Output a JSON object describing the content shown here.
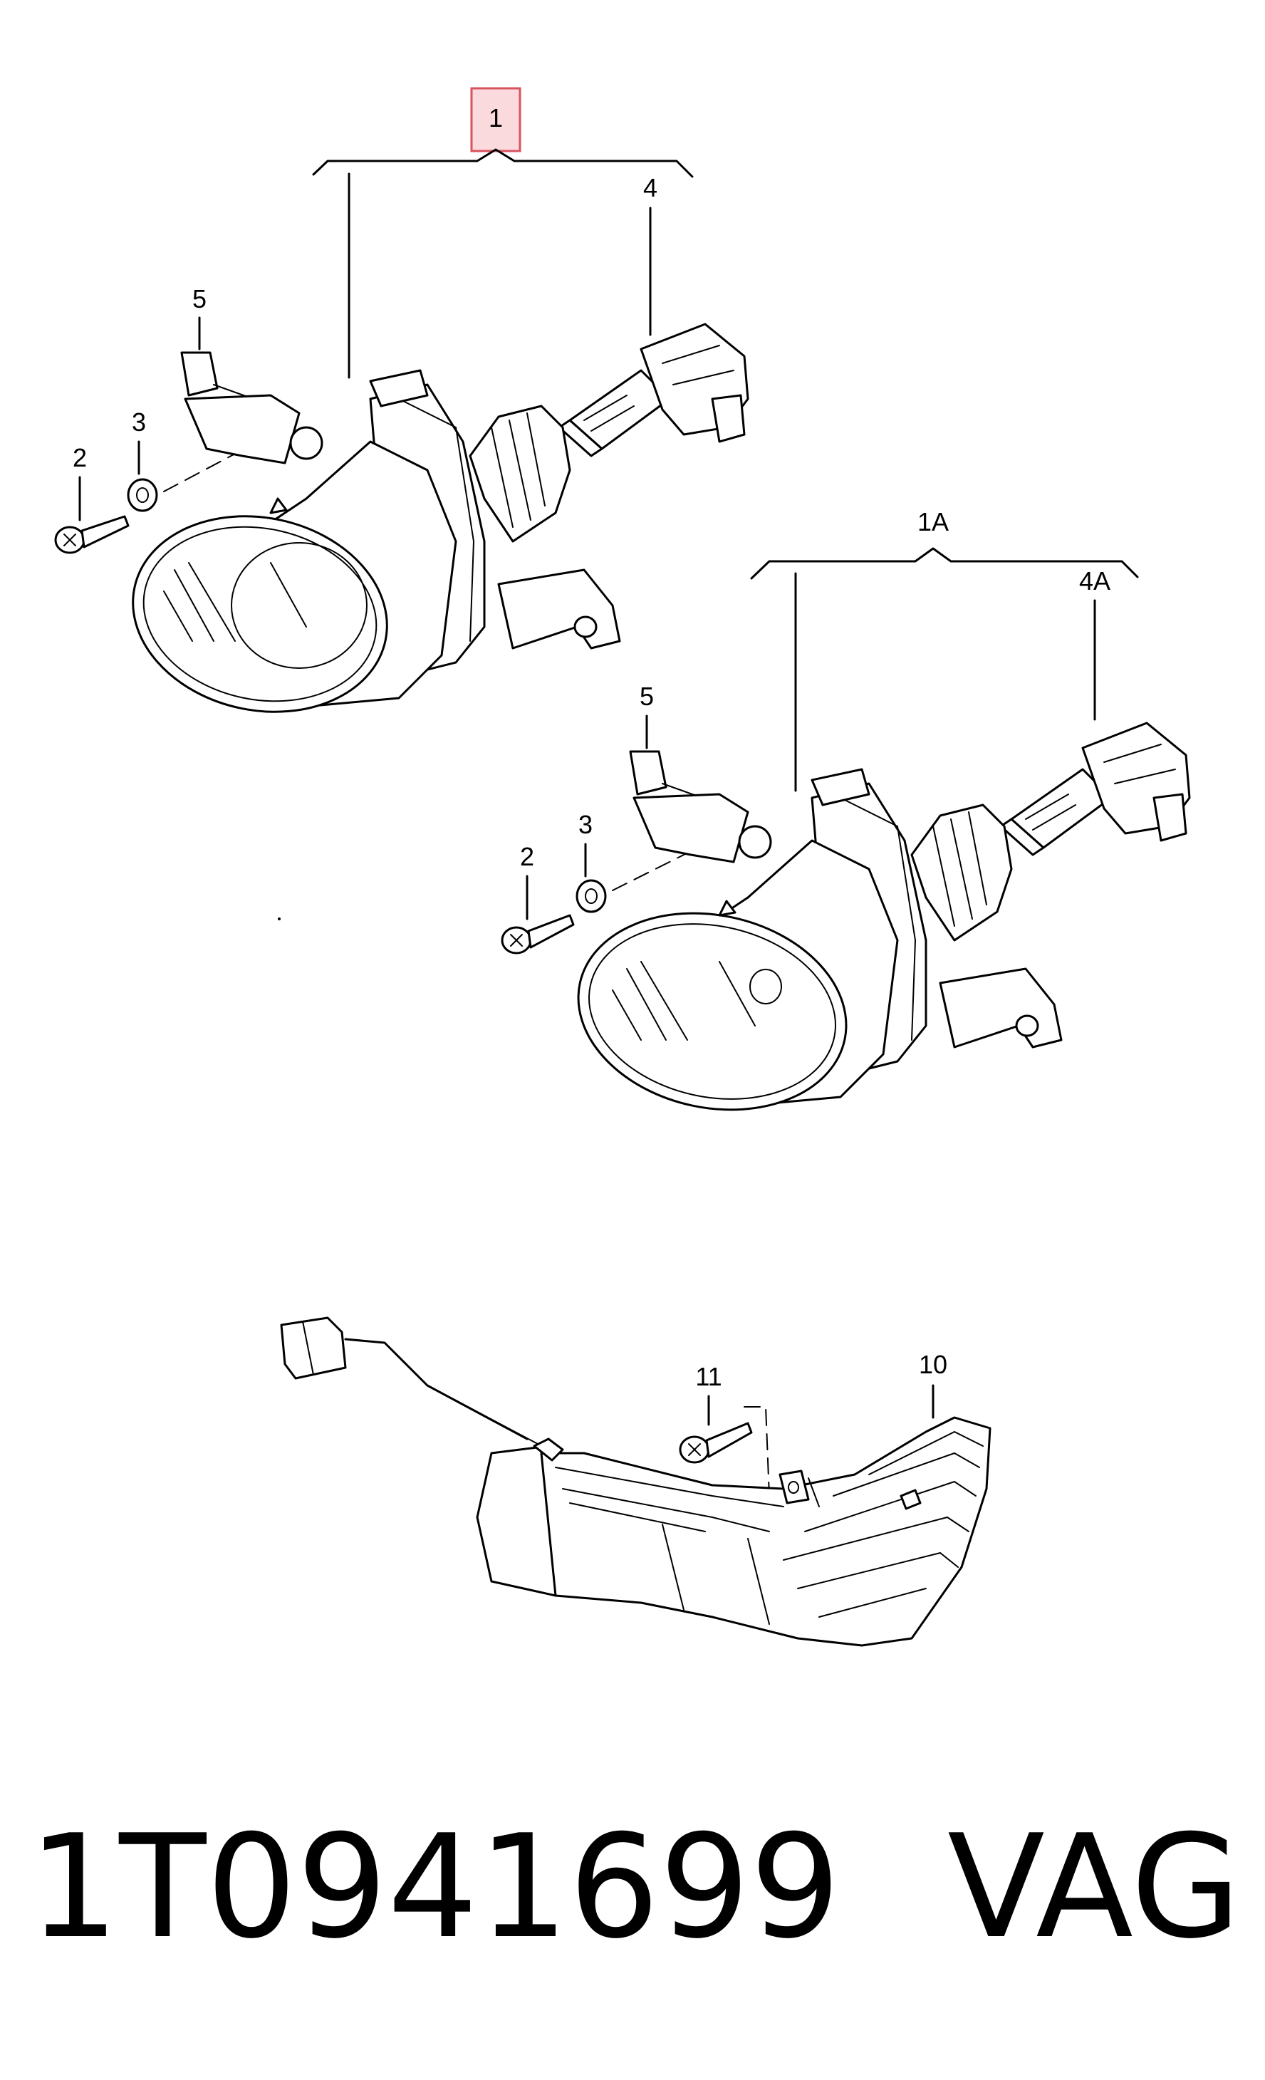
{
  "callouts": {
    "c1": "1",
    "c1A": "1A",
    "c2a": "2",
    "c2b": "2",
    "c3a": "3",
    "c3b": "3",
    "c4": "4",
    "c4A": "4A",
    "c5a": "5",
    "c5b": "5",
    "c10": "10",
    "c11": "11"
  },
  "footer": {
    "part_number": "1T0941699",
    "brand": "VAG"
  },
  "colors": {
    "highlight_fill": "#fadadd",
    "highlight_stroke": "#d9535f",
    "line": "#000000"
  }
}
